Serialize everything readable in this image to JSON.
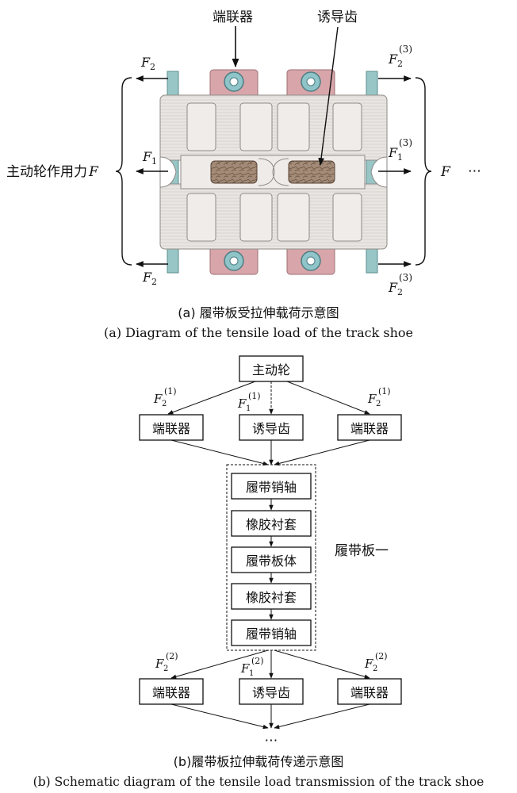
{
  "top": {
    "label_end_connector": "端联器",
    "label_guide_tooth": "诱导齿",
    "label_sprocket_force": "主动轮作用力",
    "force_symbol": "F",
    "f2": "F",
    "f2_sub": "2",
    "f1": "F",
    "f1_sub": "1",
    "f_right": "F",
    "f_right_sub_2": "2",
    "f_right_sub_1": "1",
    "f_right_sup": "(3)",
    "right_F": "F",
    "ellipsis": "⋯",
    "caption_zh": "(a) 履带板受拉伸载荷示意图",
    "caption_en": "(a) Diagram of the tensile load of the track shoe"
  },
  "bottom": {
    "sprocket": "主动轮",
    "end_connector": "端联器",
    "guide_tooth": "诱导齿",
    "sup1": "(1)",
    "sup2": "(2)",
    "fsym": "F",
    "sub1": "1",
    "sub2": "2",
    "chain": [
      "履带销轴",
      "橡胶衬套",
      "履带板体",
      "橡胶衬套",
      "履带销轴"
    ],
    "group_label": "履带板一",
    "ellipsis": "⋯",
    "caption_zh": "(b)履带板拉伸载荷传递示意图",
    "caption_en": "(b) Schematic diagram of the tensile load transmission of the track shoe"
  },
  "colors": {
    "shoe_fill": "#e6e3e0",
    "shoe_stroke": "#8e8a86",
    "connector": "#d8a6aa",
    "ring": "#8fc4c9",
    "pin": "#98c6c6",
    "tooth": "#9a8270"
  }
}
